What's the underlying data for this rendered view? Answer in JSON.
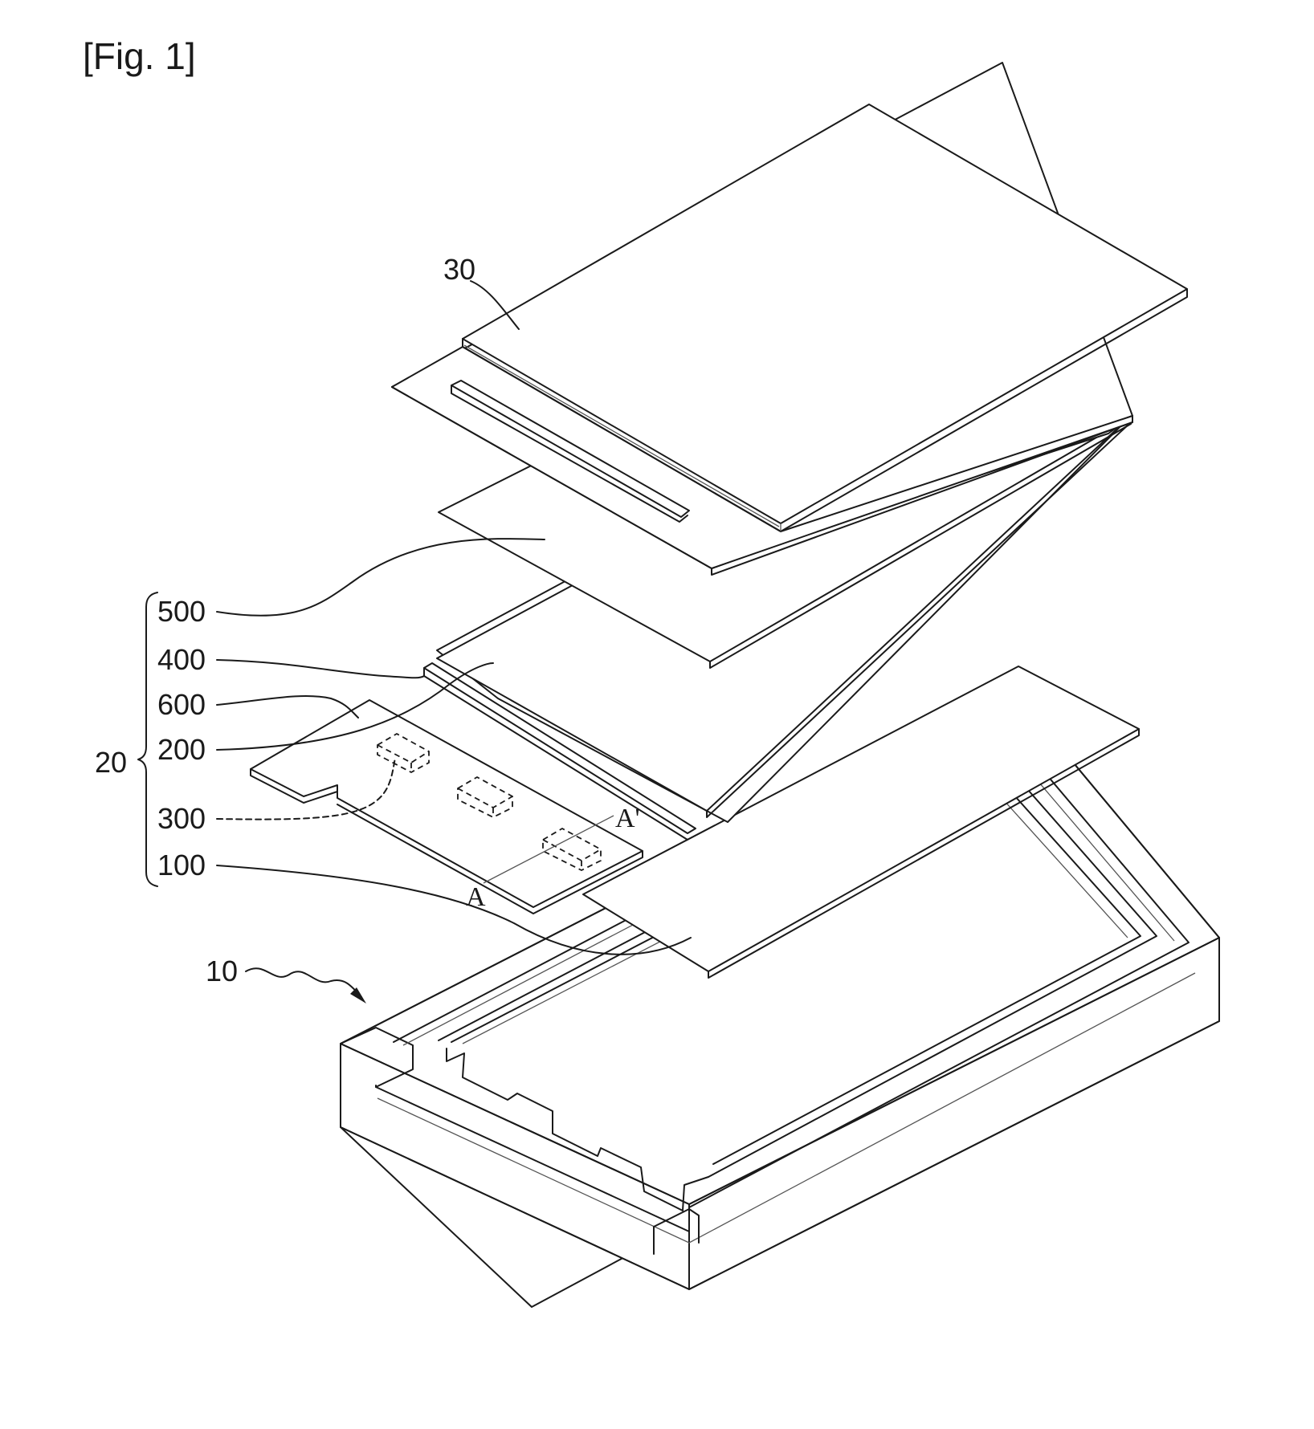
{
  "figure": {
    "title": "[Fig. 1]"
  },
  "labels": {
    "cover_sheet": "30",
    "layer_500": "500",
    "layer_400": "400",
    "layer_600": "600",
    "layer_200": "200",
    "layer_300": "300",
    "layer_100": "100",
    "group_20": "20",
    "frame_10": "10",
    "section_a": "A",
    "section_a_prime": "A'"
  },
  "colors": {
    "ink": "#1a1a1a",
    "paper": "#ffffff"
  }
}
